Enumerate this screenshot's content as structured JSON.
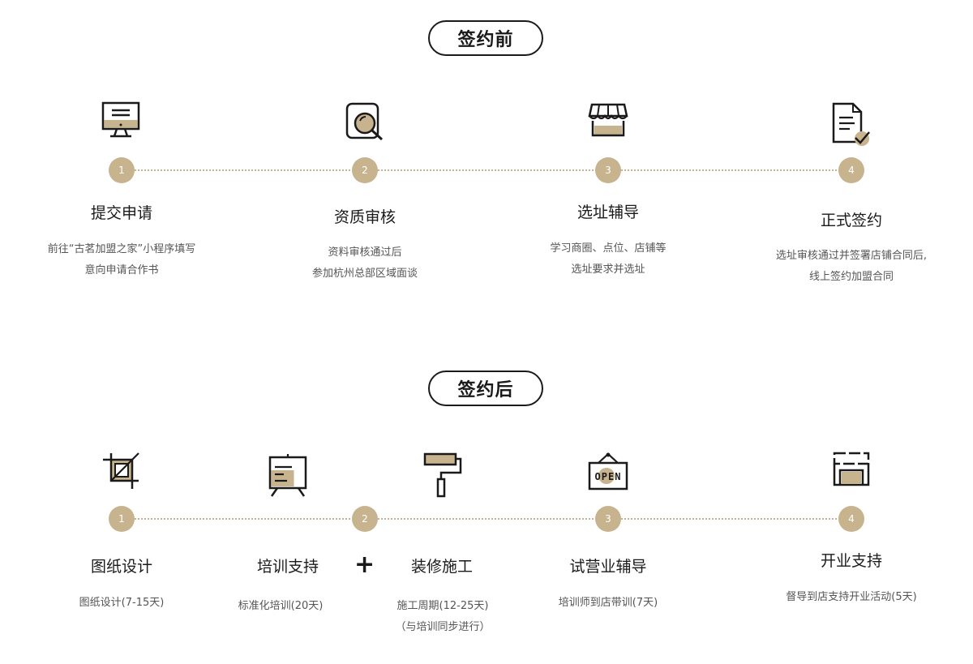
{
  "before": {
    "heading": "签约前",
    "steps": [
      {
        "num": "1",
        "title": "提交申请",
        "desc": "前往“古茗加盟之家”小程序填写\n意向申请合作书",
        "icon": "computer-monitor-icon"
      },
      {
        "num": "2",
        "title": "资质审核",
        "desc": "资料审核通过后\n参加杭州总部区域面谈",
        "icon": "magnifier-search-icon"
      },
      {
        "num": "3",
        "title": "选址辅导",
        "desc": "学习商圈、点位、店铺等\n选址要求并选址",
        "icon": "storefront-awning-icon"
      },
      {
        "num": "4",
        "title": "正式签约",
        "desc": "选址审核通过并签署店铺合同后,\n线上签约加盟合同",
        "icon": "document-check-icon"
      }
    ]
  },
  "after": {
    "heading": "签约后",
    "plus": "+",
    "steps": [
      {
        "num": "1",
        "title": "图纸设计",
        "desc": "图纸设计(7-15天)",
        "icon": "crop-design-icon"
      },
      {
        "num": "2",
        "title": "培训支持",
        "desc": "标准化培训(20天)",
        "icon": "training-board-icon"
      },
      {
        "title": "装修施工",
        "desc": "施工周期(12-25天)\n（与培训同步进行）",
        "icon": "paint-roller-icon"
      },
      {
        "num": "3",
        "title": "试营业辅导",
        "desc": "培训师到店带训(7天)",
        "icon": "open-sign-icon"
      },
      {
        "num": "4",
        "title": "开业支持",
        "desc": "督导到店支持开业活动(5天)",
        "icon": "shop-opening-icon"
      }
    ]
  },
  "colors": {
    "accent": "#c7b48e",
    "dotted_line": "#c4b48f",
    "text": "#1a1a1a",
    "muted": "#555555"
  }
}
